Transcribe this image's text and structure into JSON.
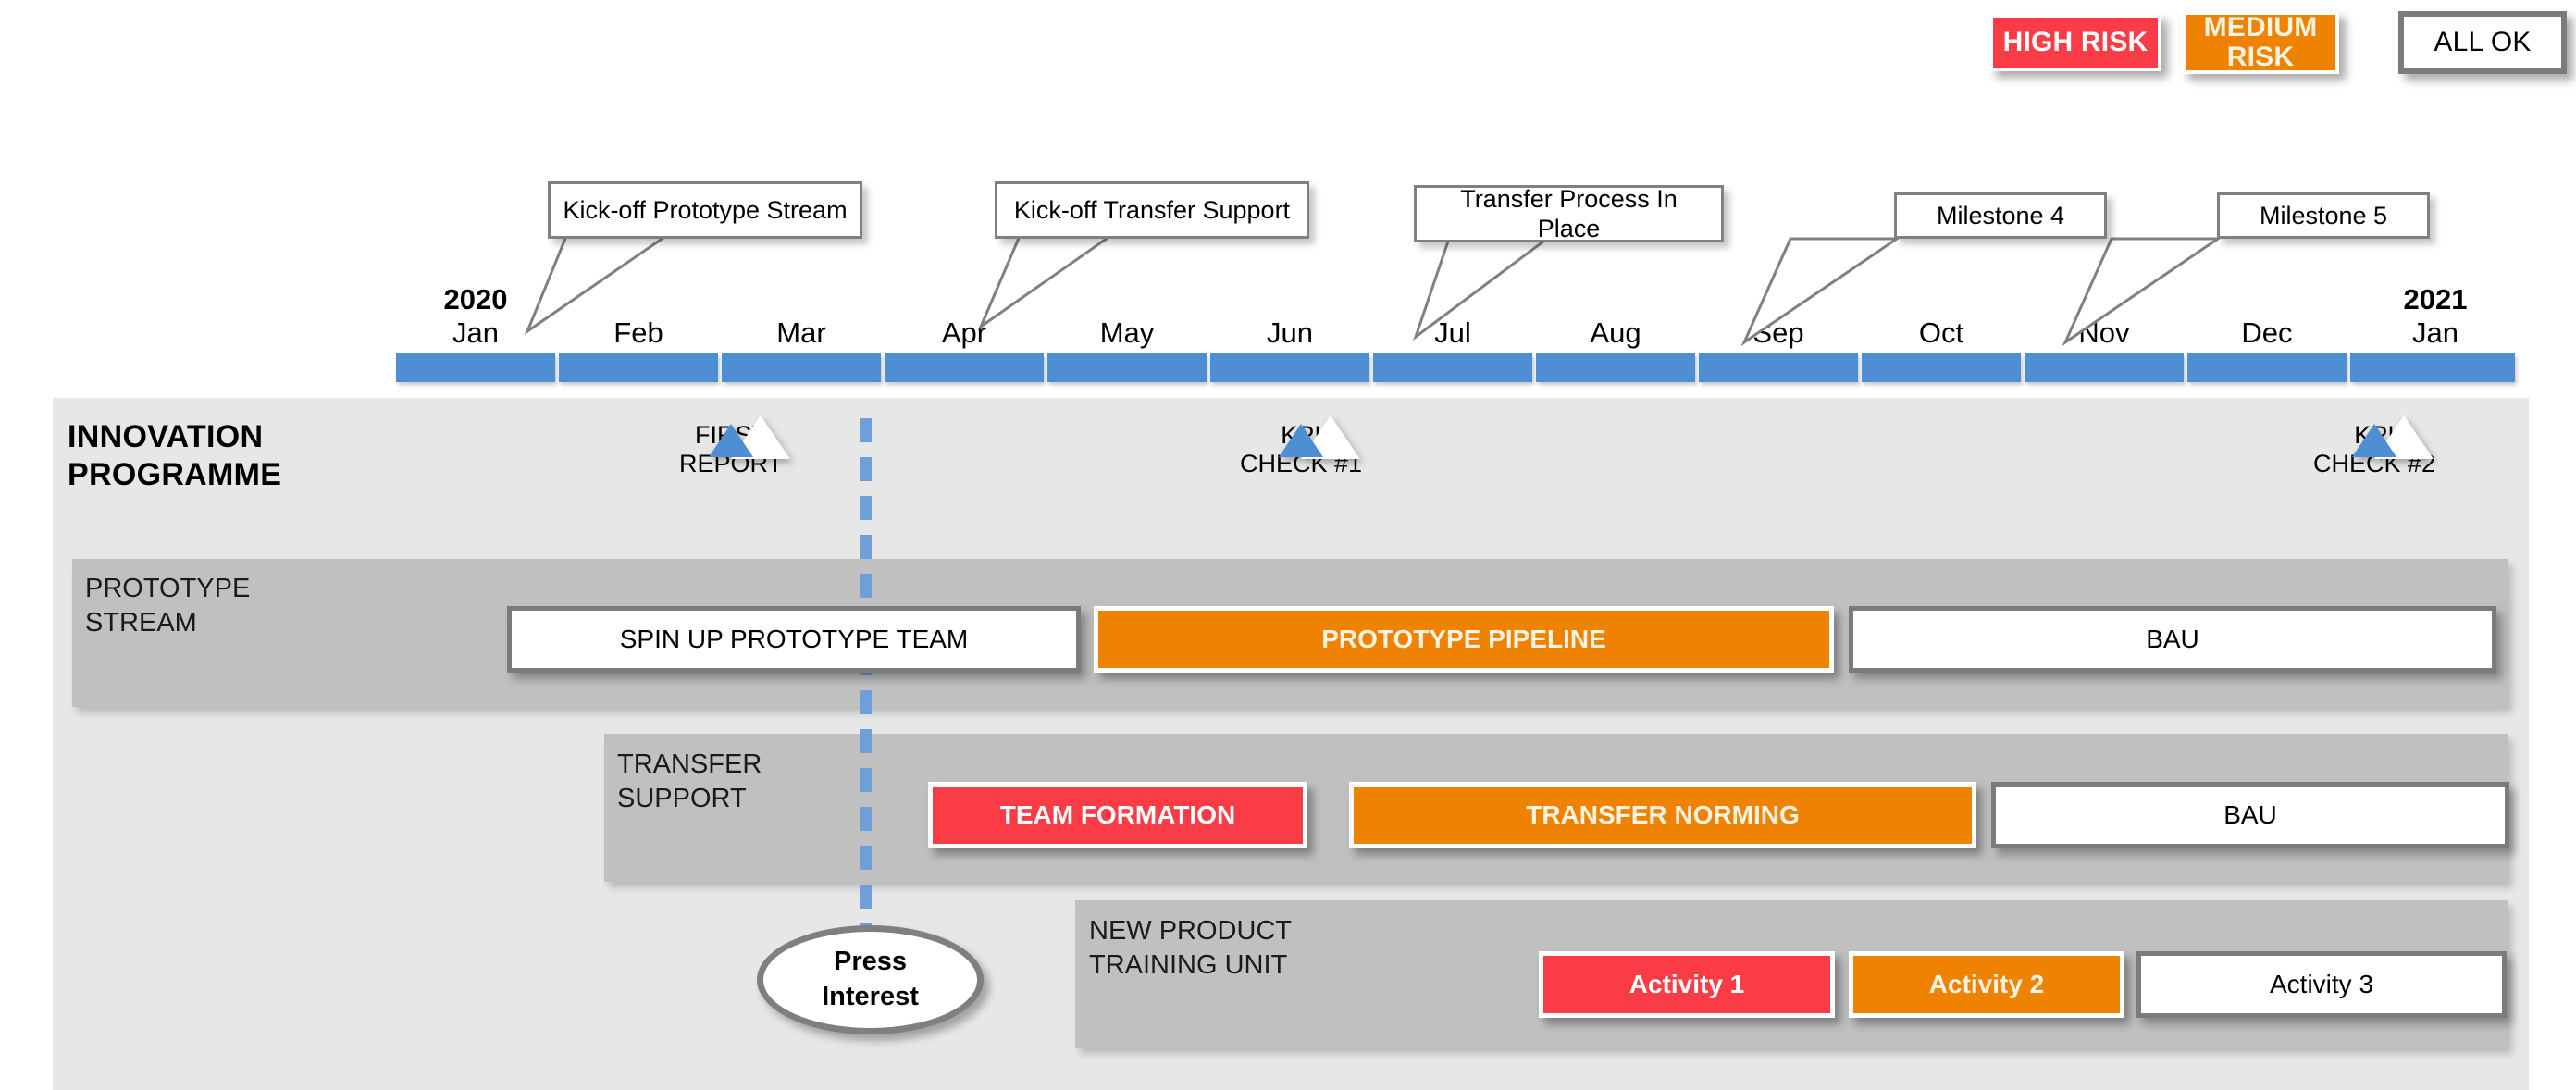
{
  "legend": {
    "items": [
      {
        "label": "HIGH RISK",
        "color": "#fa3c46",
        "style": "high"
      },
      {
        "label": "MEDIUM\nRISK",
        "color": "#ef8200",
        "style": "medium"
      },
      {
        "label": "ALL OK",
        "color": "#ffffff",
        "style": "ok"
      }
    ]
  },
  "timeline": {
    "start_year": "2020",
    "end_year": "2021",
    "months": [
      "Jan",
      "Feb",
      "Mar",
      "Apr",
      "May",
      "Jun",
      "Jul",
      "Aug",
      "Sep",
      "Oct",
      "Nov",
      "Dec",
      "Jan"
    ],
    "bar_color": "#4e8fd4"
  },
  "callouts": [
    {
      "text": "Kick-off Prototype Stream",
      "anchor_month": "Jan"
    },
    {
      "text": "Kick-off Transfer Support",
      "anchor_month": "Apr"
    },
    {
      "text": "Transfer Process In Place",
      "anchor_month": "Jul"
    },
    {
      "text": "Milestone 4",
      "anchor_month": "Oct"
    },
    {
      "text": "Milestone 5",
      "anchor_month": "Nov"
    }
  ],
  "programme": {
    "title": "INNOVATION\nPROGRAMME",
    "milestones": [
      {
        "label": "FIRST\nREPORT",
        "month": "Feb"
      },
      {
        "label": "KPI\nCHECK #1",
        "month": "Jun"
      },
      {
        "label": "KPI\nCHECK #2",
        "month": "Dec"
      }
    ]
  },
  "marker": {
    "label": "Press\nInterest",
    "line_color": "#6f9fd8"
  },
  "lanes": [
    {
      "title": "PROTOTYPE\nSTREAM",
      "tasks": [
        {
          "label": "SPIN UP PROTOTYPE TEAM",
          "status": "ok"
        },
        {
          "label": "PROTOTYPE PIPELINE",
          "status": "medium"
        },
        {
          "label": "BAU",
          "status": "ok"
        }
      ]
    },
    {
      "title": "TRANSFER\nSUPPORT",
      "tasks": [
        {
          "label": "TEAM FORMATION",
          "status": "high"
        },
        {
          "label": "TRANSFER NORMING",
          "status": "medium"
        },
        {
          "label": "BAU",
          "status": "ok"
        }
      ]
    },
    {
      "title": "NEW PRODUCT\nTRAINING UNIT",
      "tasks": [
        {
          "label": "Activity 1",
          "status": "high"
        },
        {
          "label": "Activity 2",
          "status": "medium"
        },
        {
          "label": "Activity 3",
          "status": "ok"
        }
      ]
    }
  ]
}
